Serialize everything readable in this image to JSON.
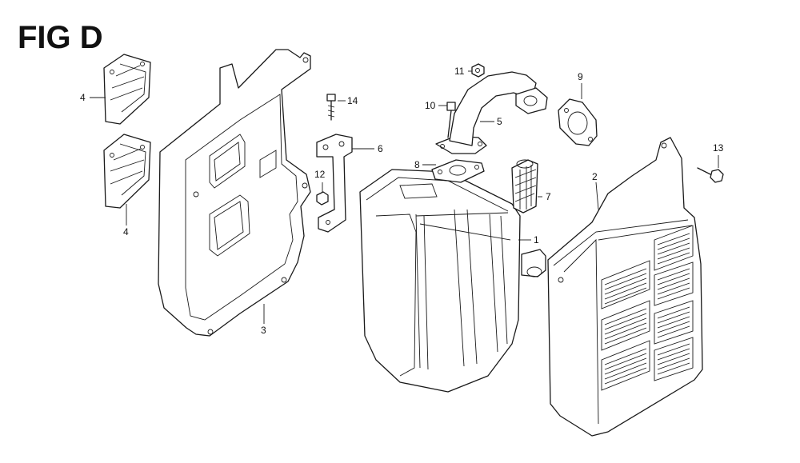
{
  "figure": {
    "title": "FIG D"
  },
  "callouts": [
    {
      "id": "c1",
      "label": "1"
    },
    {
      "id": "c2",
      "label": "2"
    },
    {
      "id": "c3",
      "label": "3"
    },
    {
      "id": "c4a",
      "label": "4"
    },
    {
      "id": "c4b",
      "label": "4"
    },
    {
      "id": "c5",
      "label": "5"
    },
    {
      "id": "c6",
      "label": "6"
    },
    {
      "id": "c7",
      "label": "7"
    },
    {
      "id": "c8",
      "label": "8"
    },
    {
      "id": "c9",
      "label": "9"
    },
    {
      "id": "c10",
      "label": "10"
    },
    {
      "id": "c11",
      "label": "11"
    },
    {
      "id": "c12",
      "label": "12"
    },
    {
      "id": "c13",
      "label": "13"
    },
    {
      "id": "c14",
      "label": "14"
    }
  ],
  "colors": {
    "line": "#1a1a1a",
    "background": "#ffffff"
  }
}
